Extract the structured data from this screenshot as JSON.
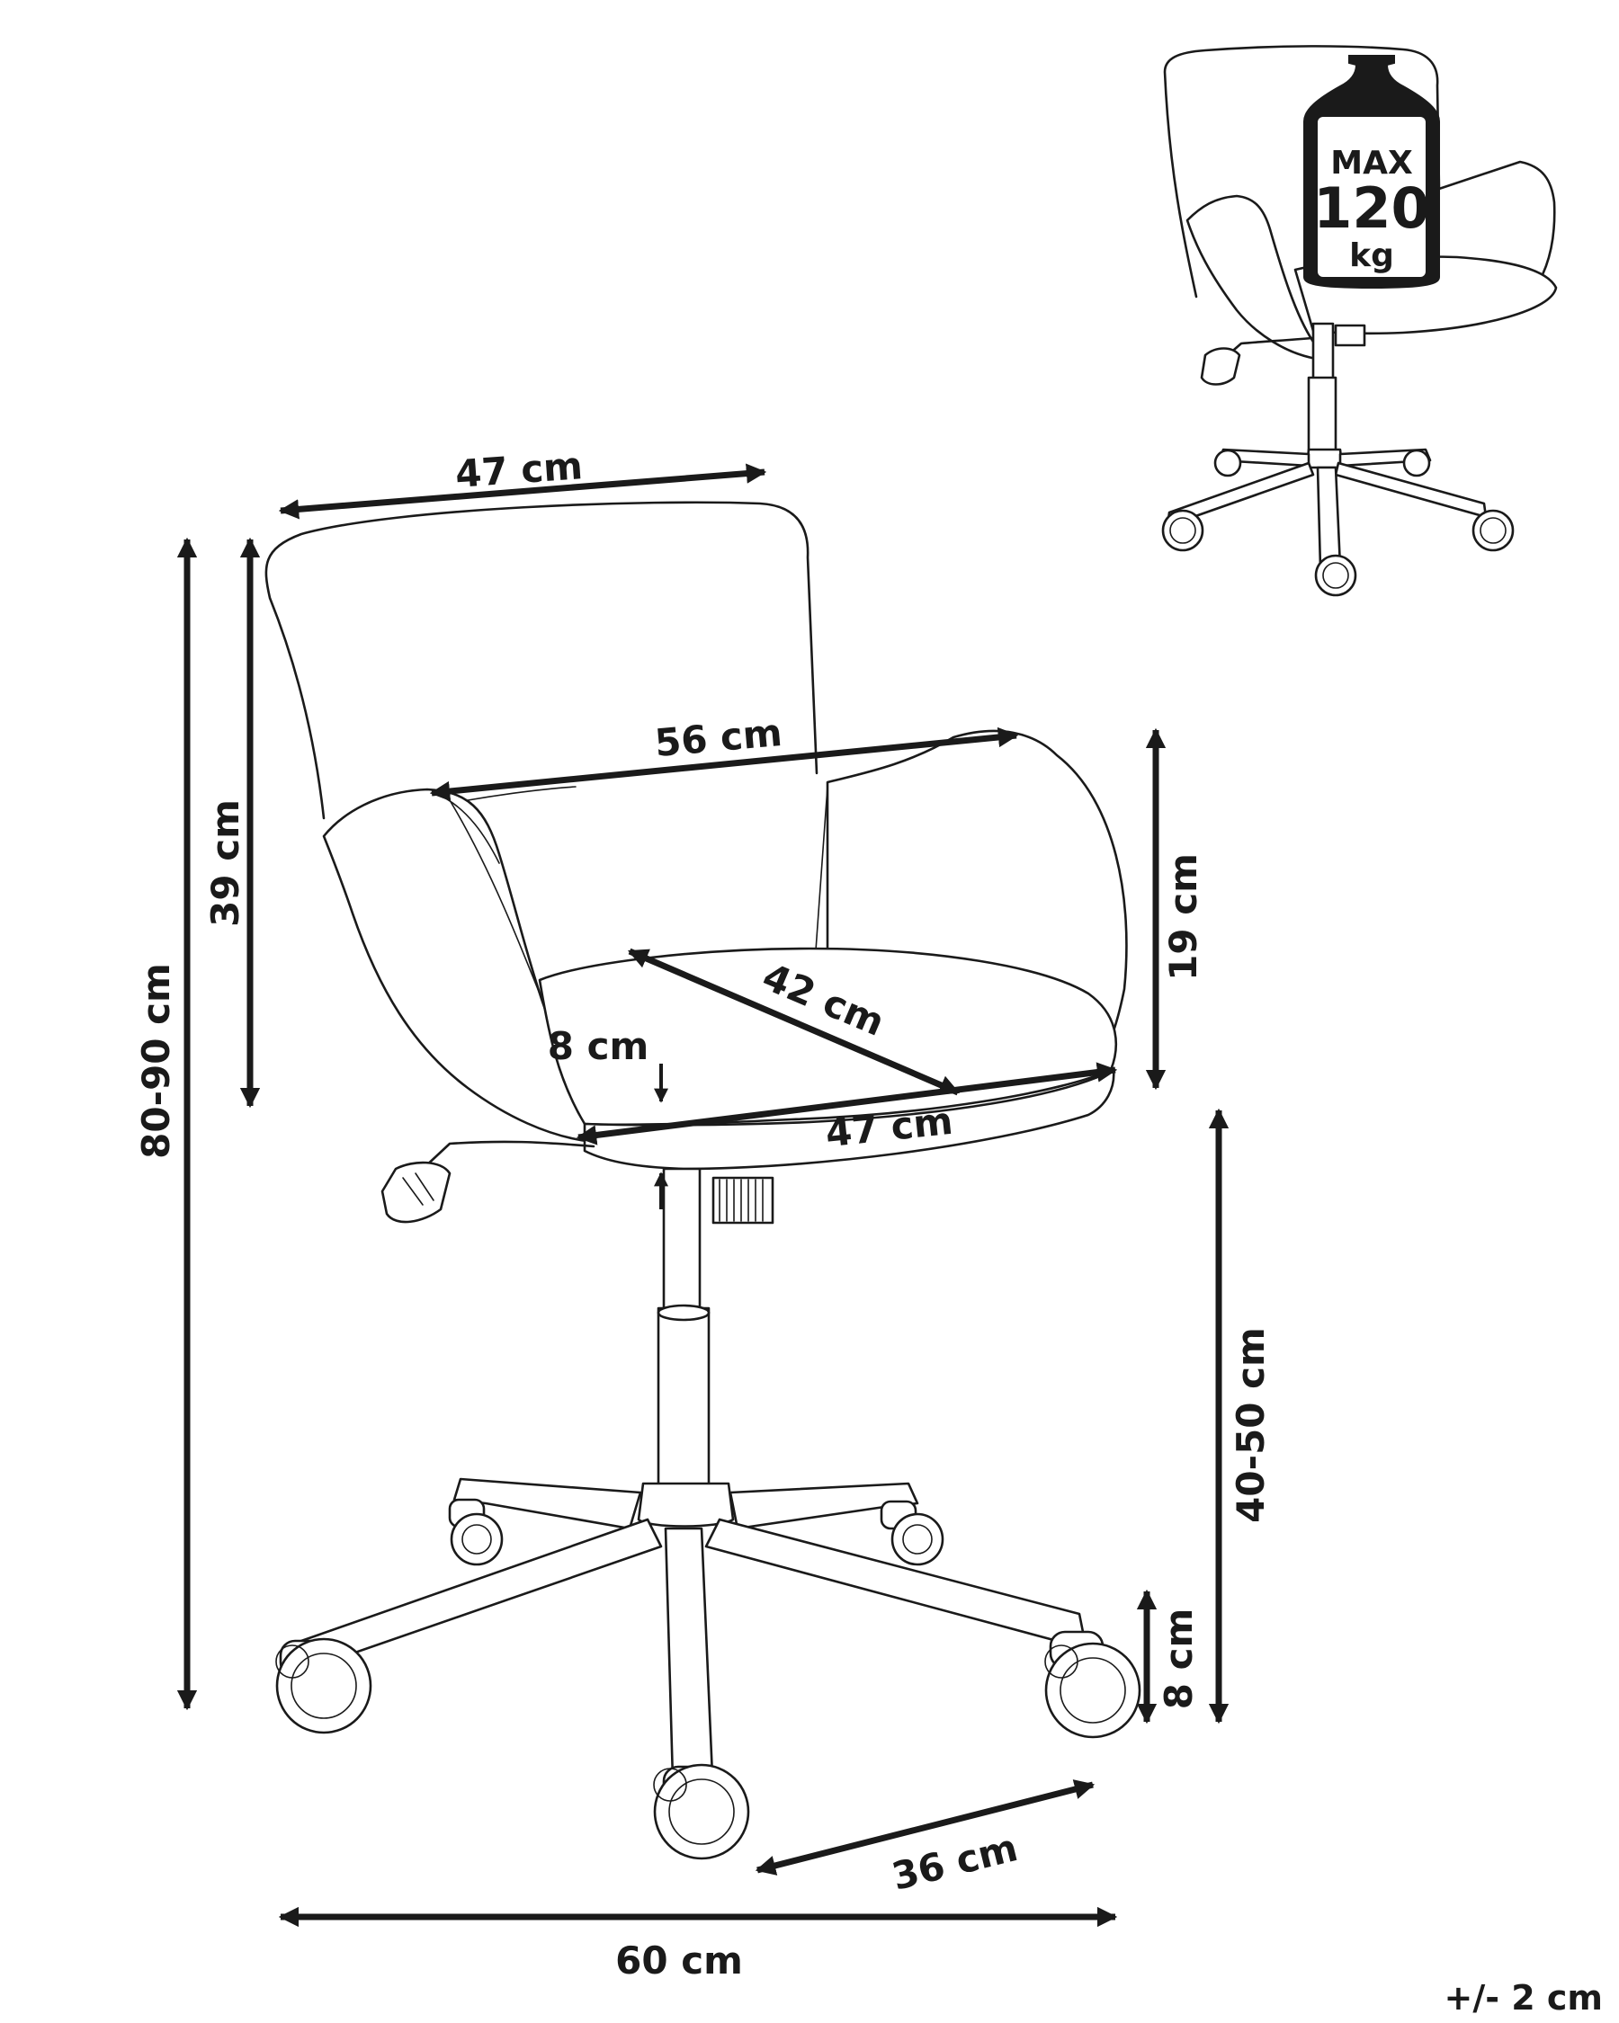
{
  "dimensions": {
    "top_width": "47 cm",
    "total_height": "80-90 cm",
    "backrest_height": "39 cm",
    "arm_width": "56 cm",
    "arm_height": "19 cm",
    "seat_depth": "42 cm",
    "seat_thickness": "8 cm",
    "seat_width": "47 cm",
    "seat_height": "40-50 cm",
    "caster_height": "8 cm",
    "base_leg": "36 cm",
    "base_width": "60 cm"
  },
  "max_load": {
    "line1": "MAX",
    "line2": "120",
    "line3": "kg"
  },
  "tolerance": "+/- 2 cm"
}
